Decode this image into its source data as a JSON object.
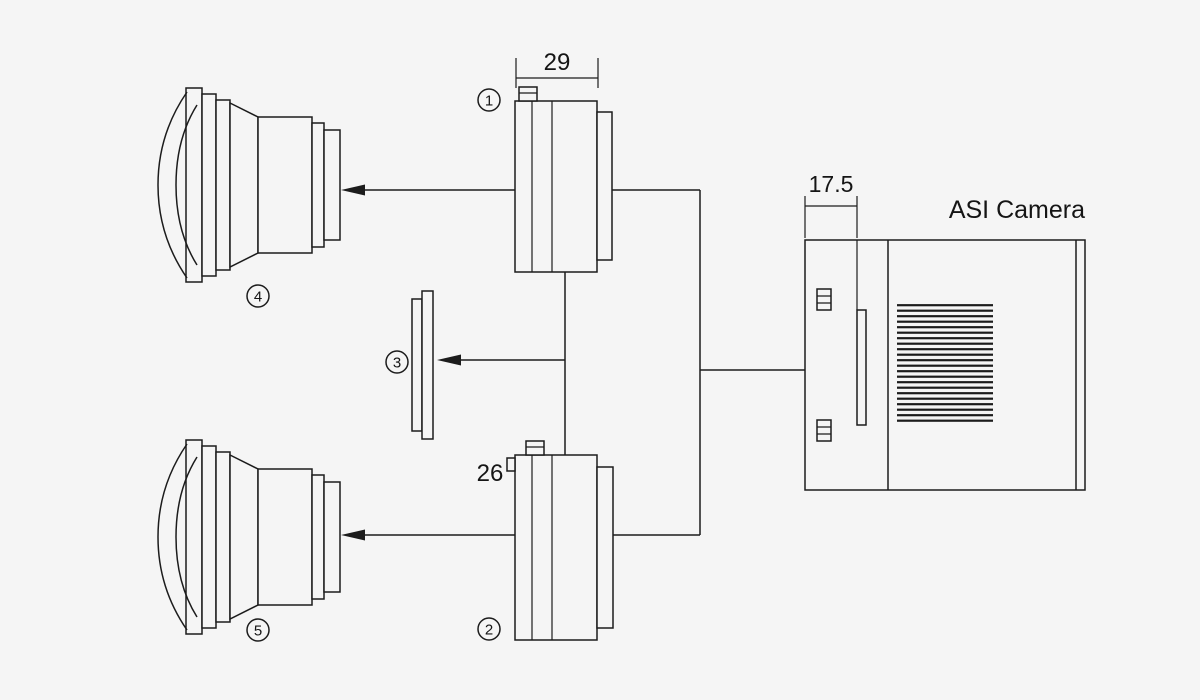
{
  "colors": {
    "background": "#f5f5f5",
    "line": "#1c1c1c",
    "text": "#151515"
  },
  "diagram": {
    "title": "ASI Camera",
    "dimensions": {
      "adapter1_length_mm": "29",
      "adapter2_length_mm": "26",
      "camera_backfocus_mm": "17.5"
    },
    "part_numbers": {
      "adapter1": "1",
      "adapter2": "2",
      "filter": "3",
      "lens_top": "4",
      "lens_bottom": "5"
    }
  }
}
